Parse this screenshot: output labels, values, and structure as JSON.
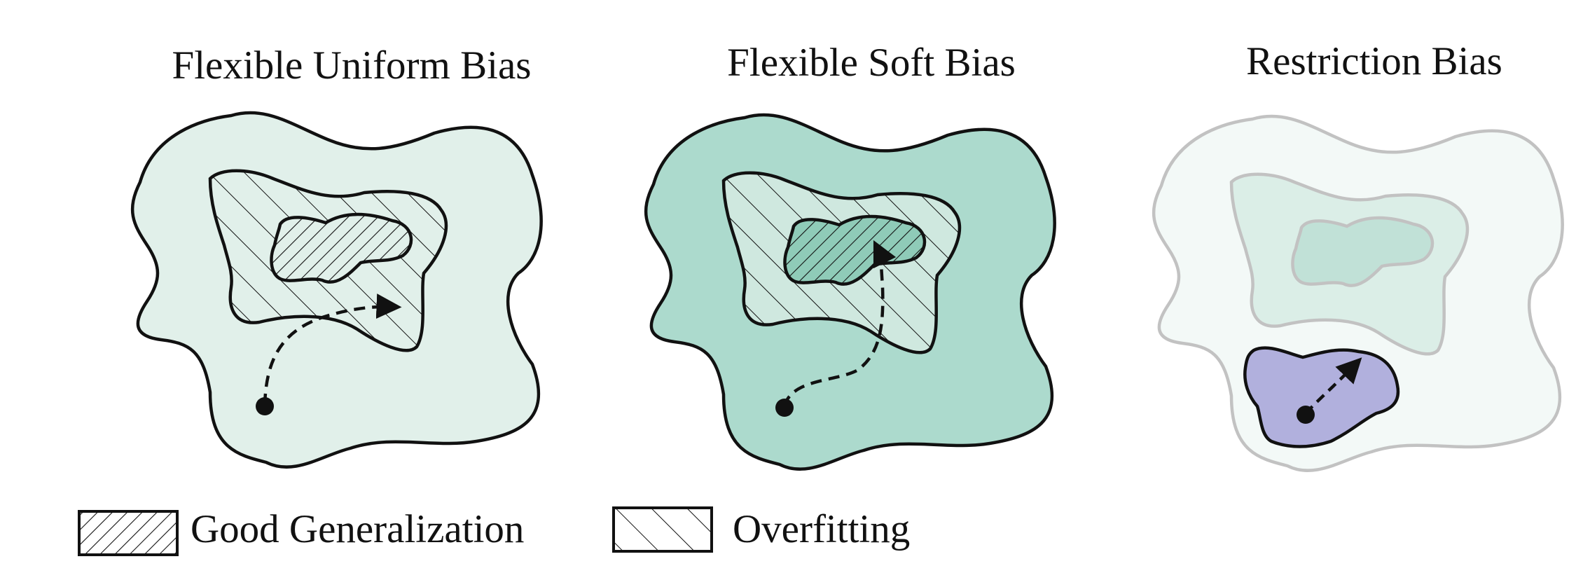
{
  "panels": [
    {
      "title": "Flexible Uniform Bias"
    },
    {
      "title": "Flexible Soft Bias"
    },
    {
      "title": "Restriction Bias"
    }
  ],
  "legend": {
    "good_generalization": "Good Generalization",
    "overfitting": "Overfitting"
  },
  "colors": {
    "uniform_space_fill": "#e1f0ea",
    "soft_space_fill": "#acdacd",
    "soft_inner_fill": "#cfe8df",
    "soft_core_fill": "#8fcbb8",
    "restriction_space_fill": "#f3f9f7",
    "restriction_mid_fill": "#dbeee7",
    "restriction_core_fill": "#c1e1d7",
    "restriction_faded_stroke": "#c2c2c2",
    "restricted_region_fill": "#b1b0dd",
    "outline": "#111111"
  },
  "icons": {
    "start_point": "filled-circle",
    "arrow": "dashed-arrow"
  }
}
